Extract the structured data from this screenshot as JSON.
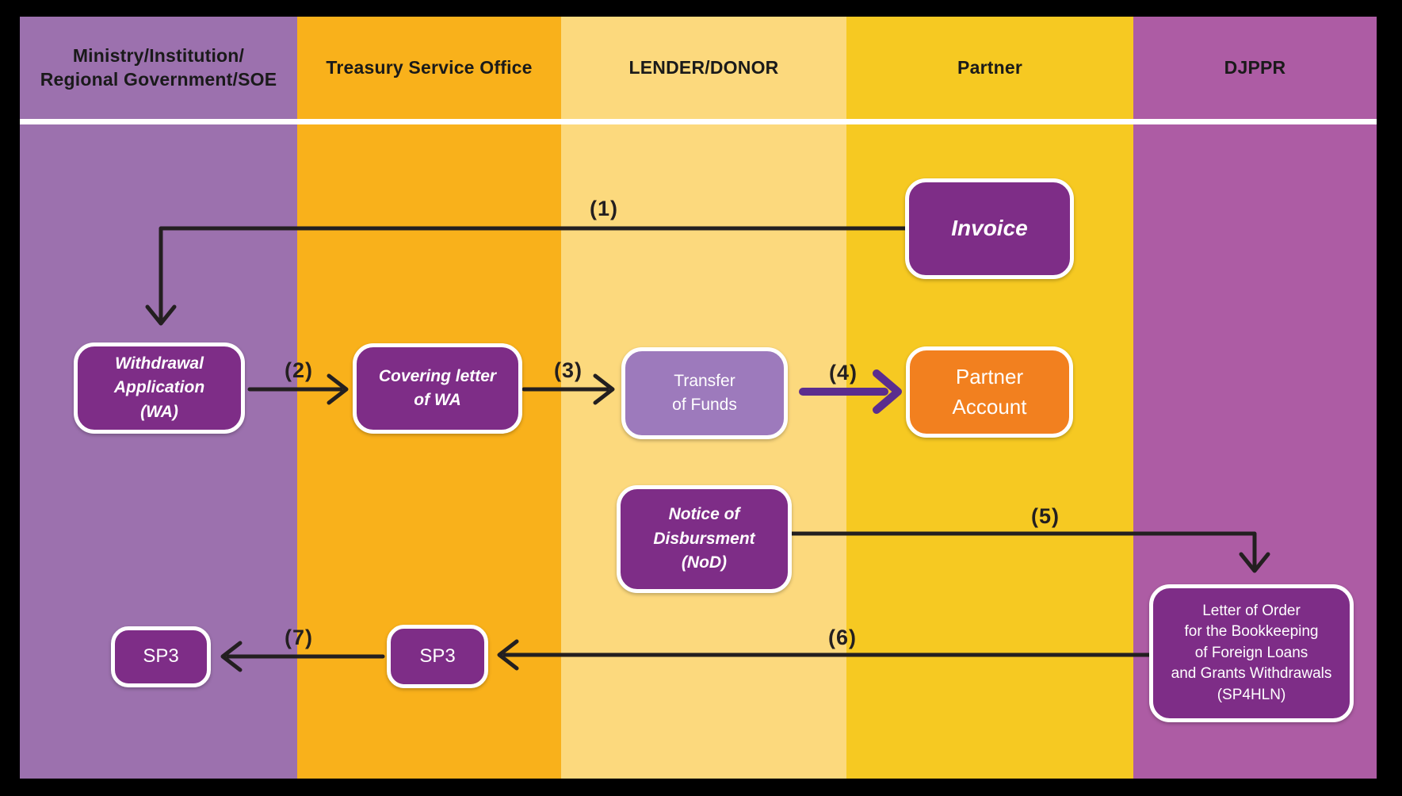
{
  "diagram": {
    "lanes": [
      {
        "id": "ministry",
        "label": "Ministry/Institution/\nRegional Government/SOE",
        "color": "#9c71ae"
      },
      {
        "id": "treasury",
        "label": "Treasury Service Office",
        "color": "#f9b11b"
      },
      {
        "id": "lender-donor",
        "label": "LENDER/DONOR",
        "color": "#fcd97d"
      },
      {
        "id": "partner",
        "label": "Partner",
        "color": "#f6c922"
      },
      {
        "id": "djppr",
        "label": "DJPPR",
        "color": "#ad5ca4"
      }
    ],
    "nodes": {
      "invoice": {
        "label": "Invoice",
        "color": "#7e2d87"
      },
      "withdrawal_application": {
        "label": "Withdrawal\nApplication\n(WA)",
        "color": "#7e2d87"
      },
      "covering_letter": {
        "label": "Covering letter\nof WA",
        "color": "#7e2d87"
      },
      "transfer_of_funds": {
        "label": "Transfer\nof Funds",
        "color": "#9d7abc"
      },
      "partner_account": {
        "label": "Partner\nAccount",
        "color": "#f2801f"
      },
      "notice_of_disbursement": {
        "label": "Notice of\nDisbursment\n(NoD)",
        "color": "#7e2d87"
      },
      "letter_of_order": {
        "label": "Letter of Order\nfor the Bookkeeping\nof Foreign Loans\nand Grants Withdrawals\n(SP4HLN)",
        "color": "#7e2d87"
      },
      "sp3_treasury": {
        "label": "SP3",
        "color": "#7e2d87"
      },
      "sp3_ministry": {
        "label": "SP3",
        "color": "#7e2d87"
      }
    },
    "step_labels": [
      "(1)",
      "(2)",
      "(3)",
      "(4)",
      "(5)",
      "(6)",
      "(7)"
    ],
    "colors": {
      "line_black": "#231f20",
      "purple_arrow": "#5b2d8e",
      "divider_white": "#ffffff",
      "frame_black": "#000000"
    }
  }
}
